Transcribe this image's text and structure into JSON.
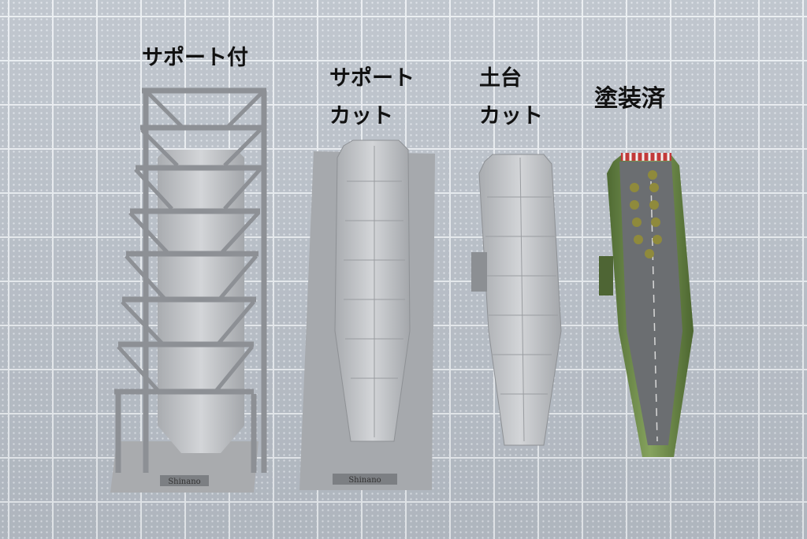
{
  "labels": {
    "support_attached": "サポート付",
    "support_cut_line1": "サポート",
    "support_cut_line2": "カット",
    "base_cut_line1": "土台",
    "base_cut_line2": "カット",
    "painted": "塗装済"
  },
  "nameplates": {
    "left": "Shinano",
    "middle": "Shinano"
  },
  "colors": {
    "mat": "#b8bfc8",
    "grid_line": "#e9edf1",
    "resin_gray": "#bfc1c4",
    "hull_green": "#6f8a4a",
    "deck_gray": "#6b6e71",
    "deck_stripe_red": "#c23a3a"
  }
}
